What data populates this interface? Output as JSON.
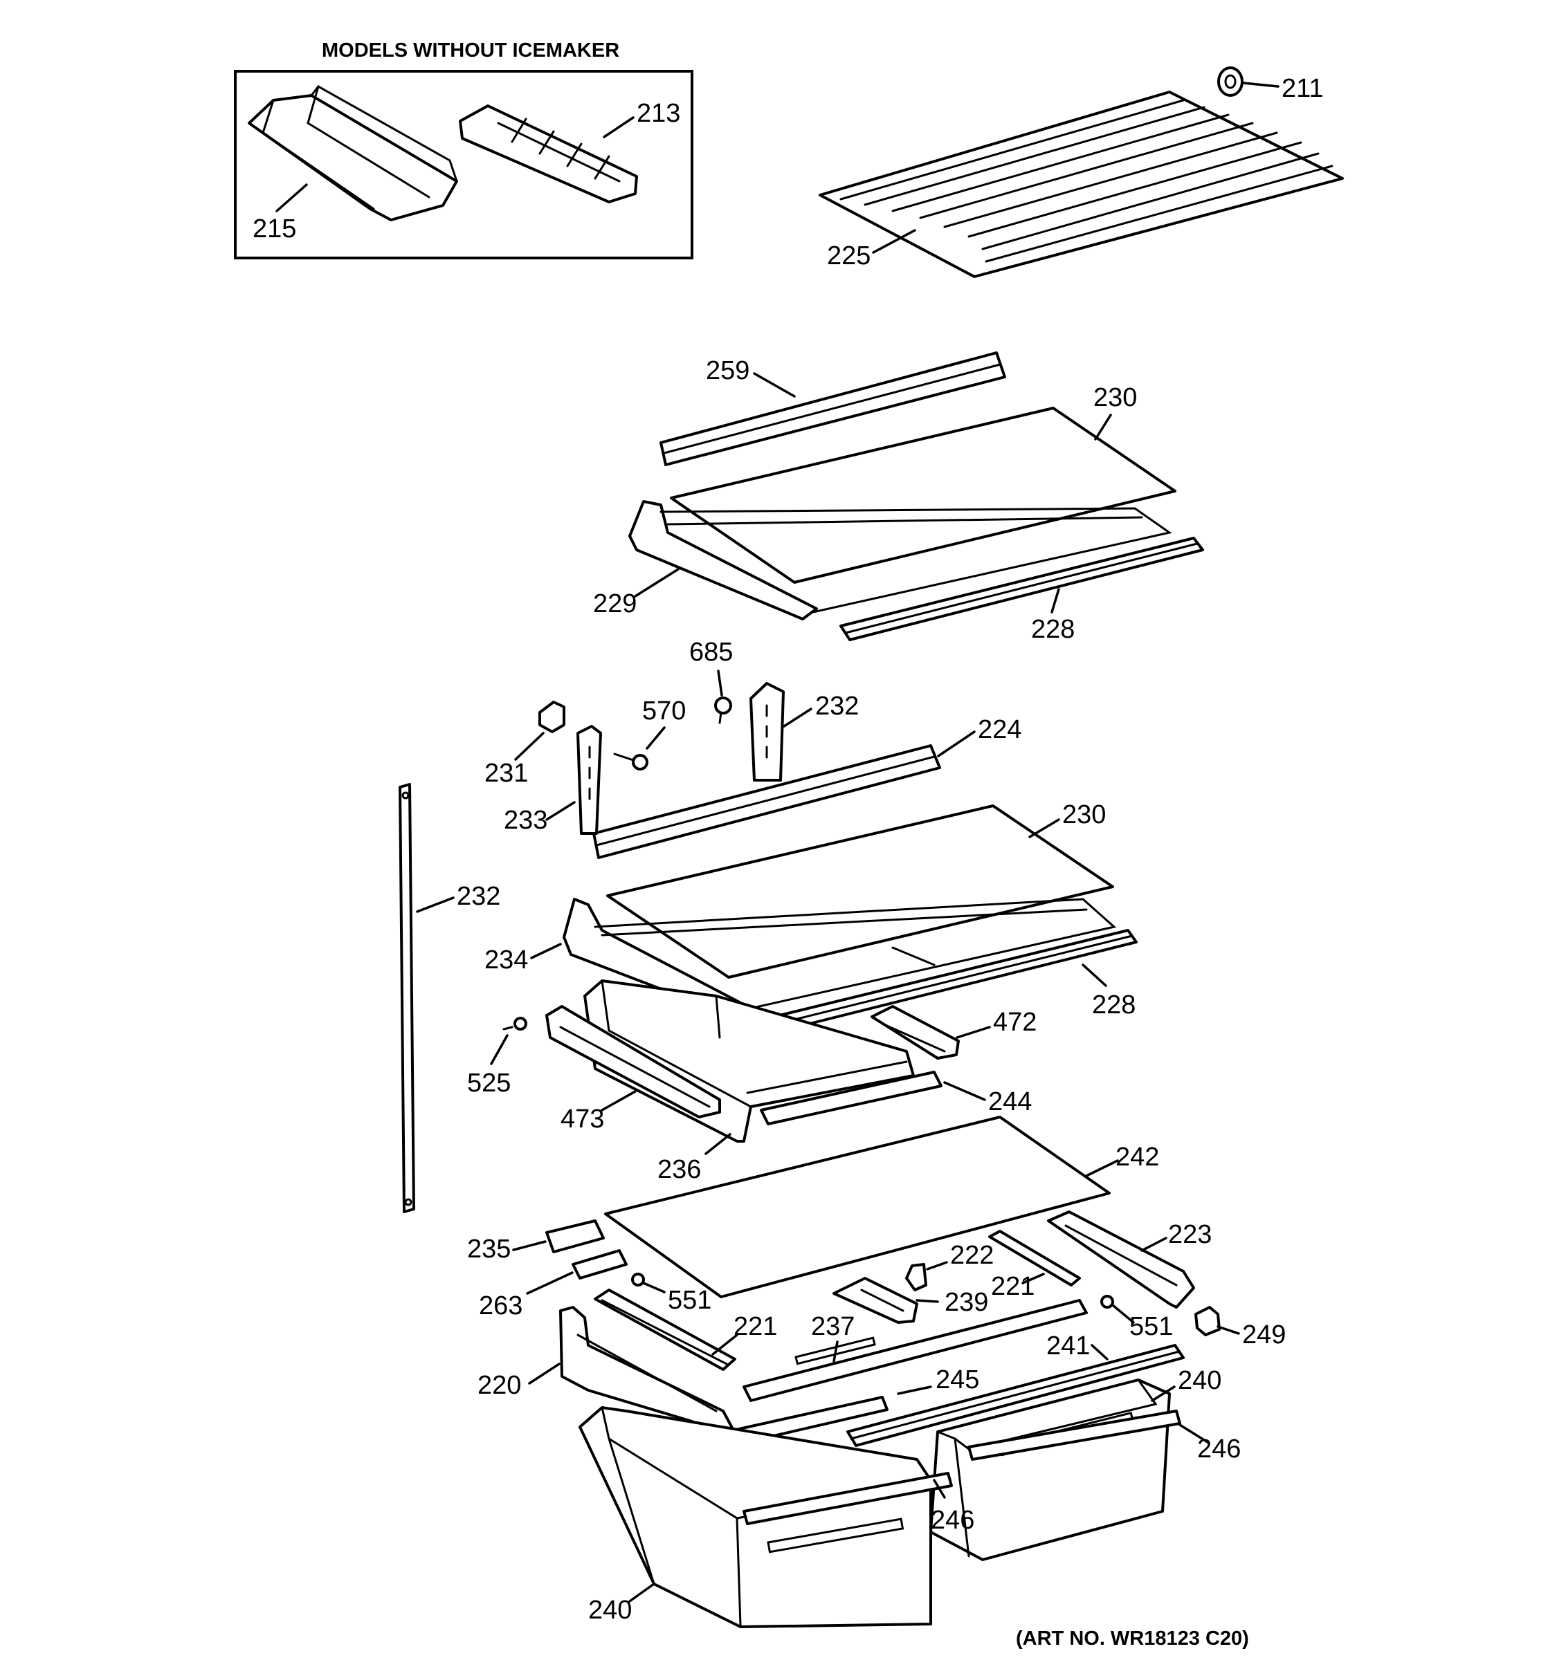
{
  "inset": {
    "title": "MODELS WITHOUT ICEMAKER"
  },
  "art_number": "(ART NO. WR18123 C20)",
  "labels": {
    "p211": "211",
    "p213": "213",
    "p215": "215",
    "p225": "225",
    "p259": "259",
    "p230a": "230",
    "p229": "229",
    "p228a": "228",
    "p685": "685",
    "p570": "570",
    "p232a": "232",
    "p224": "224",
    "p231": "231",
    "p233": "233",
    "p230b": "230",
    "p232b": "232",
    "p234": "234",
    "p228b": "228",
    "p472": "472",
    "p525": "525",
    "p244": "244",
    "p473": "473",
    "p236": "236",
    "p242": "242",
    "p235": "235",
    "p223": "223",
    "p222": "222",
    "p221a": "221",
    "p239": "239",
    "p263": "263",
    "p551a": "551",
    "p551b": "551",
    "p249": "249",
    "p221b": "221",
    "p237": "237",
    "p241": "241",
    "p240a": "240",
    "p220": "220",
    "p245": "245",
    "p246a": "246",
    "p246b": "246",
    "p240b": "240"
  },
  "colors": {
    "line": "#000000",
    "background": "#ffffff"
  }
}
